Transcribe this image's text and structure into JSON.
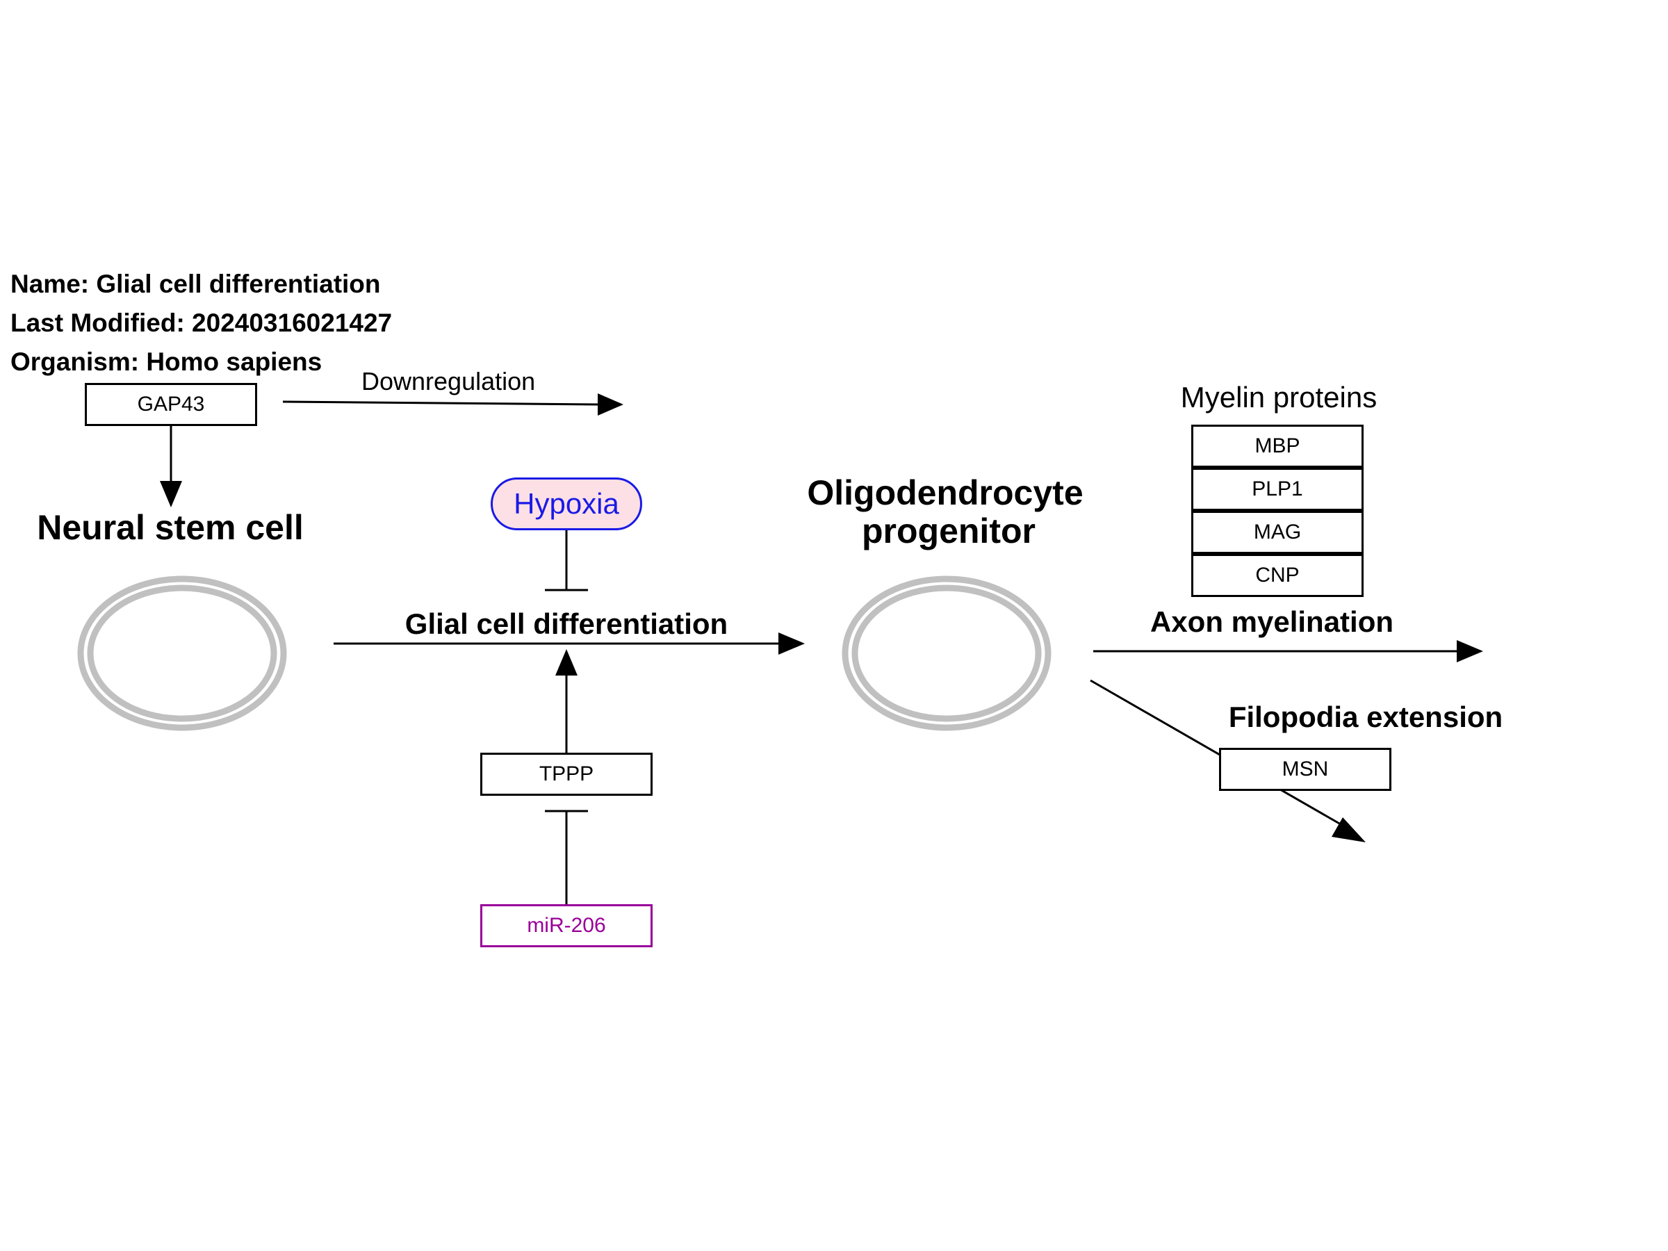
{
  "header": {
    "name": "Name: Glial cell differentiation",
    "modified": "Last Modified: 20240316021427",
    "organism": "Organism: Homo sapiens"
  },
  "labels": {
    "downregulation": "Downregulation",
    "neural_stem_cell": "Neural stem cell",
    "oligodendrocyte_line1": "Oligodendrocyte",
    "oligodendrocyte_line2": "progenitor",
    "glial_diff": "Glial cell differentiation",
    "myelin_proteins": "Myelin proteins",
    "axon_myelination": "Axon myelination",
    "filopodia": "Filopodia extension"
  },
  "nodes": {
    "gap43": "GAP43",
    "hypoxia": "Hypoxia",
    "tppp": "TPPP",
    "mir206": "miR-206",
    "mbp": "MBP",
    "plp1": "PLP1",
    "mag": "MAG",
    "cnp": "CNP",
    "msn": "MSN"
  },
  "colors": {
    "line": "#000000",
    "cell_outline": "#c0c0c0",
    "mirna": "#990099",
    "hypoxia_border": "#1a1ae6",
    "hypoxia_fill": "#fde0e6"
  }
}
